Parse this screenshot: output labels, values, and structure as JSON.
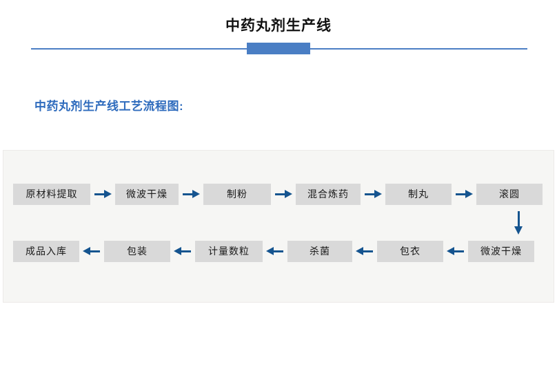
{
  "header": {
    "title": "中药丸剂生产线",
    "accent_color": "#4a7ec4"
  },
  "section": {
    "heading": "中药丸剂生产线工艺流程图:",
    "heading_color": "#2e6bbd"
  },
  "flowchart": {
    "node_fill": "#d9d9d9",
    "arrow_color": "#15548f",
    "panel_background": "#f6f6f4",
    "row1_direction": "left-to-right",
    "row2_direction": "right-to-left",
    "connector": "down-arrow",
    "row1": [
      {
        "label": "原材料提取",
        "width": 112
      },
      {
        "label": "微波干燥",
        "width": 92
      },
      {
        "label": "制粉",
        "width": 98
      },
      {
        "label": "混合炼药",
        "width": 94
      },
      {
        "label": "制丸",
        "width": 96
      },
      {
        "label": "滚圆",
        "width": 96
      }
    ],
    "row2": [
      {
        "label": "成品入库",
        "width": 96
      },
      {
        "label": "包装",
        "width": 96
      },
      {
        "label": "计量数粒",
        "width": 98
      },
      {
        "label": "杀菌",
        "width": 94
      },
      {
        "label": "包衣",
        "width": 96
      },
      {
        "label": "微波干燥",
        "width": 96
      }
    ],
    "sequence": [
      "原材料提取",
      "微波干燥",
      "制粉",
      "混合炼药",
      "制丸",
      "滚圆",
      "微波干燥",
      "包衣",
      "杀菌",
      "计量数粒",
      "包装",
      "成品入库"
    ]
  }
}
